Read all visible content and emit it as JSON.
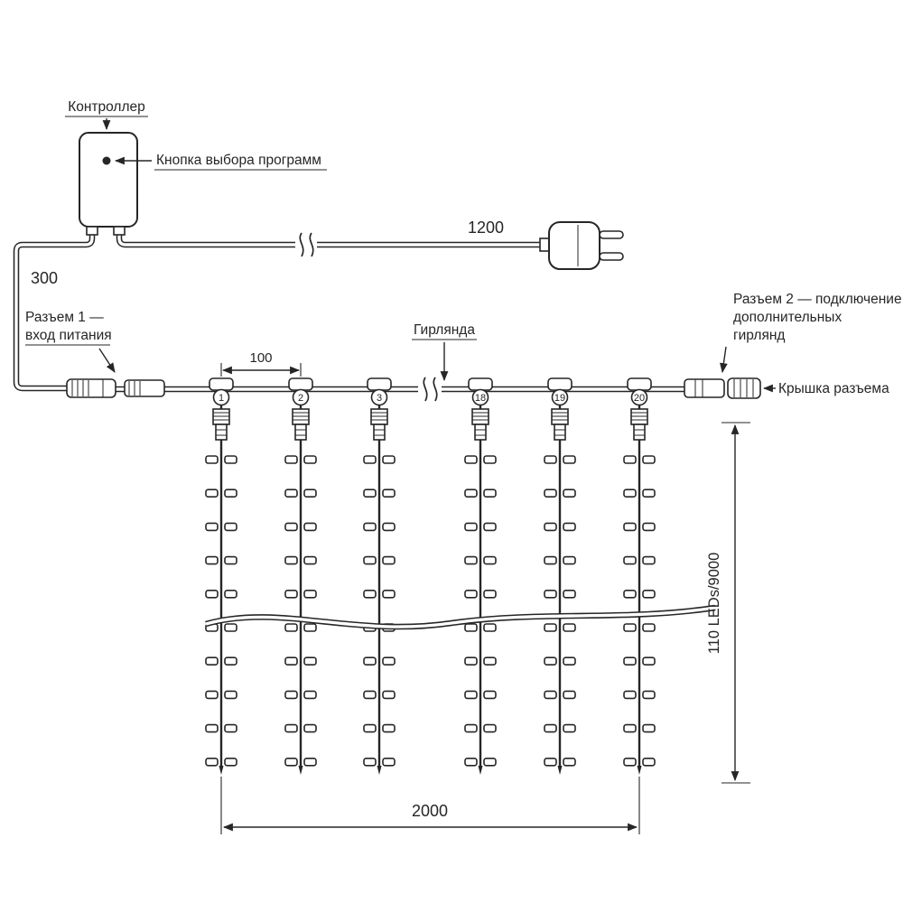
{
  "diagram": {
    "controller_label": "Контроллер",
    "button_label": "Кнопка выбора программ",
    "power_cable_length": "1200",
    "input_cable_length": "300",
    "connector1": {
      "line1": "Разъем 1 —",
      "line2": "вход питания"
    },
    "garland_label": "Гирлянда",
    "connector2": {
      "line1": "Разъем 2 — подключение",
      "line2": "дополнительных",
      "line3": "гирлянд"
    },
    "cap_label": "Крышка разъема",
    "dim_spacing": "100",
    "dim_width": "2000",
    "dim_height": "110 LEDs/9000",
    "drop_numbers": [
      "1",
      "2",
      "3",
      "18",
      "19",
      "20"
    ]
  }
}
